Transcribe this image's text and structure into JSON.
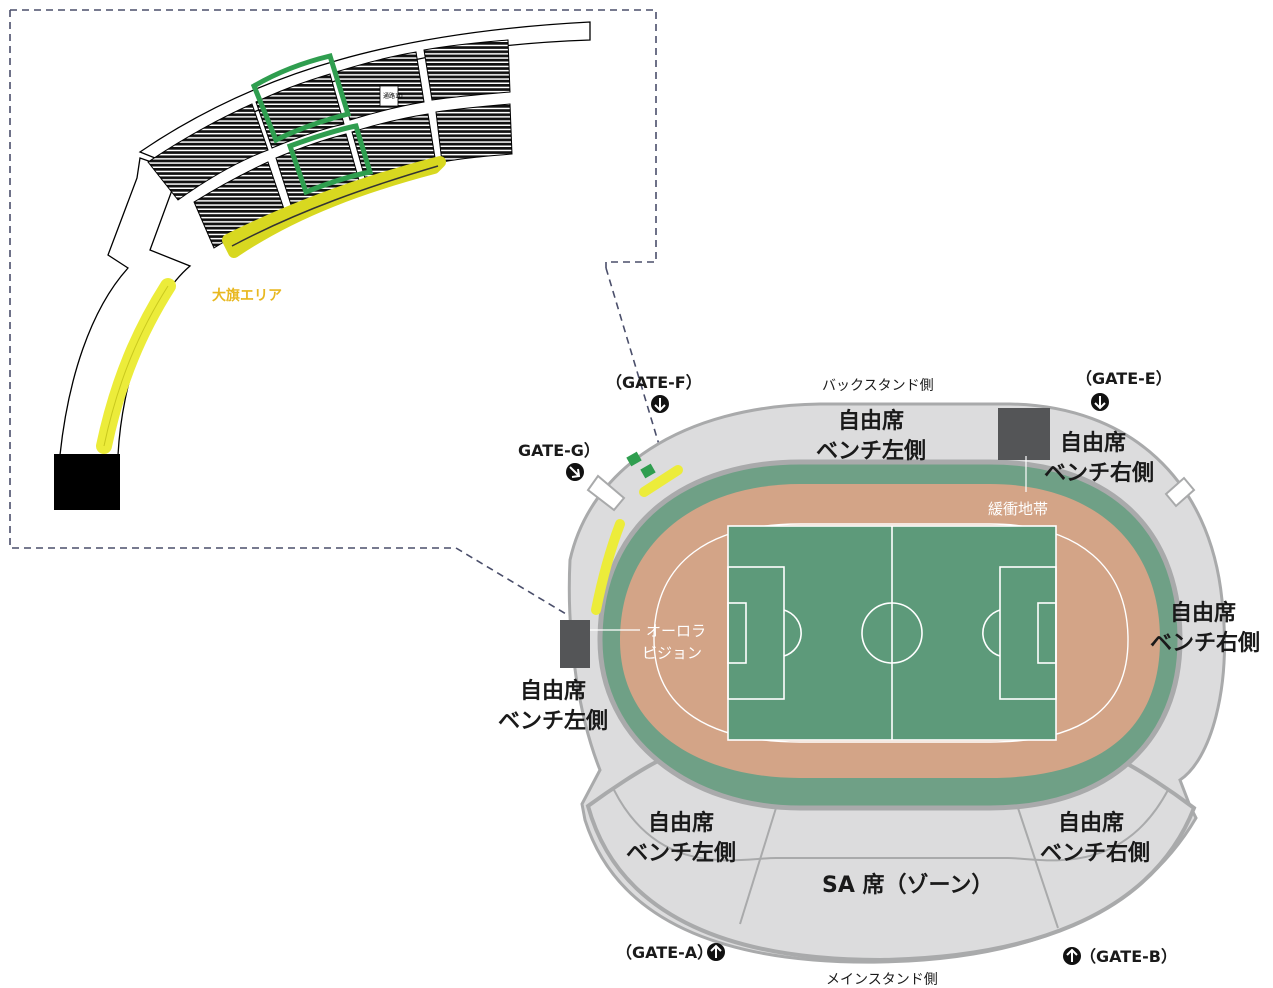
{
  "labels": {
    "flag_area": "大旗エリア",
    "aisle_marker": "通路10",
    "back_stand": "バックスタンド側",
    "main_stand": "メインスタンド側",
    "back_left_line1": "自由席",
    "back_left_line2": "ベンチ左側",
    "back_right_line1": "自由席",
    "back_right_line2": "ベンチ右側",
    "right_line1": "自由席",
    "right_line2": "ベンチ右側",
    "left_line1": "自由席",
    "left_line2": "ベンチ左側",
    "main_left_line1": "自由席",
    "main_left_line2": "ベンチ左側",
    "main_right_line1": "自由席",
    "main_right_line2": "ベンチ右側",
    "sa_seat": "SA 席（ゾーン）",
    "buffer_zone": "緩衝地帯",
    "aurora_line1": "オーロラ",
    "aurora_line2": "ビジョン"
  },
  "gates": {
    "a": "（GATE-A）",
    "b": "（GATE-B）",
    "e": "（GATE-E）",
    "f": "（GATE-F）",
    "g": "GATE-G）"
  },
  "gate_arrows": {
    "a": "up",
    "b": "up",
    "e": "down",
    "f": "down",
    "g": "down-right"
  },
  "colors": {
    "stands": "#dcdcdd",
    "stand_edge": "#a9aaab",
    "inner_ring": "#6fa086",
    "track": "#d3a487",
    "pitch": "#5d9a7a",
    "screen": "#545557",
    "flag_area": "#ecec3a",
    "highlight_block": "#2f9e4f"
  }
}
